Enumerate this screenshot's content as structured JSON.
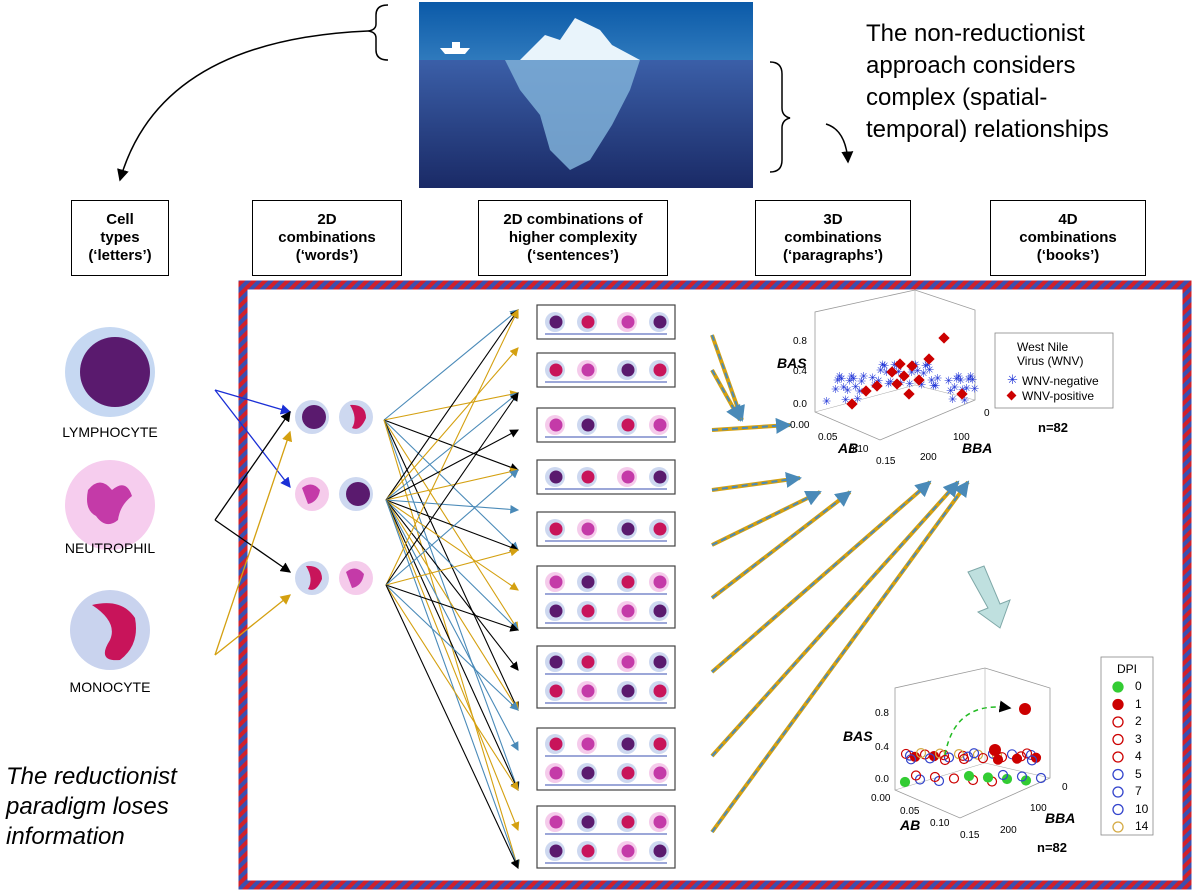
{
  "top_text": "The non-reductionist\napproach considers\ncomplex (spatial-\ntemporal) relationships",
  "bottom_text": "The reductionist\nparadigm loses\ninformation",
  "headers": [
    "Cell\ntypes\n(‘letters’)",
    "2D\ncombinations\n(‘words’)",
    "2D combinations of\nhigher complexity\n(‘sentences’)",
    "3D\ncombinations\n(‘paragraphs’)",
    "4D\ncombinations\n(‘books’)"
  ],
  "cells": {
    "lymphocyte": "LYMPHOCYTE",
    "neutrophil": "NEUTROPHIL",
    "monocyte": "MONOCYTE"
  },
  "plot_top": {
    "y_label": "BAS",
    "x_label": "AB",
    "z_label": "BBA",
    "y_ticks": [
      "0.8",
      "0.4",
      "0.0"
    ],
    "x_ticks": [
      "0.00",
      "0.05",
      "0.10",
      "0.15"
    ],
    "z_ticks": [
      "0",
      "100",
      "200"
    ],
    "legend_title": "West Nile\nVirus (WNV)",
    "legend_items": [
      "WNV-negative",
      "WNV-positive"
    ],
    "n_label": "n=82"
  },
  "plot_bottom": {
    "y_label": "BAS",
    "x_label": "AB",
    "z_label": "BBA",
    "y_ticks": [
      "0.8",
      "0.4",
      "0.0"
    ],
    "x_ticks": [
      "0.00",
      "0.05",
      "0.10",
      "0.15"
    ],
    "z_ticks": [
      "0",
      "100",
      "200"
    ],
    "legend_title": "DPI",
    "legend_items": [
      "0",
      "1",
      "2",
      "3",
      "4",
      "5",
      "7",
      "10",
      "14"
    ],
    "n_label": "n=82"
  },
  "colors": {
    "frame_red": "#d0202a",
    "frame_blue": "#3a4fb0",
    "lymph_nucleus": "#5a1a6e",
    "mono_nucleus": "#c8145a",
    "neutro": "#c43aa8",
    "arrow_blue": "#1a2fd6",
    "arrow_black": "#000000",
    "arrow_gold": "#d4a010",
    "arrow_teal": "#4a8ab8"
  }
}
